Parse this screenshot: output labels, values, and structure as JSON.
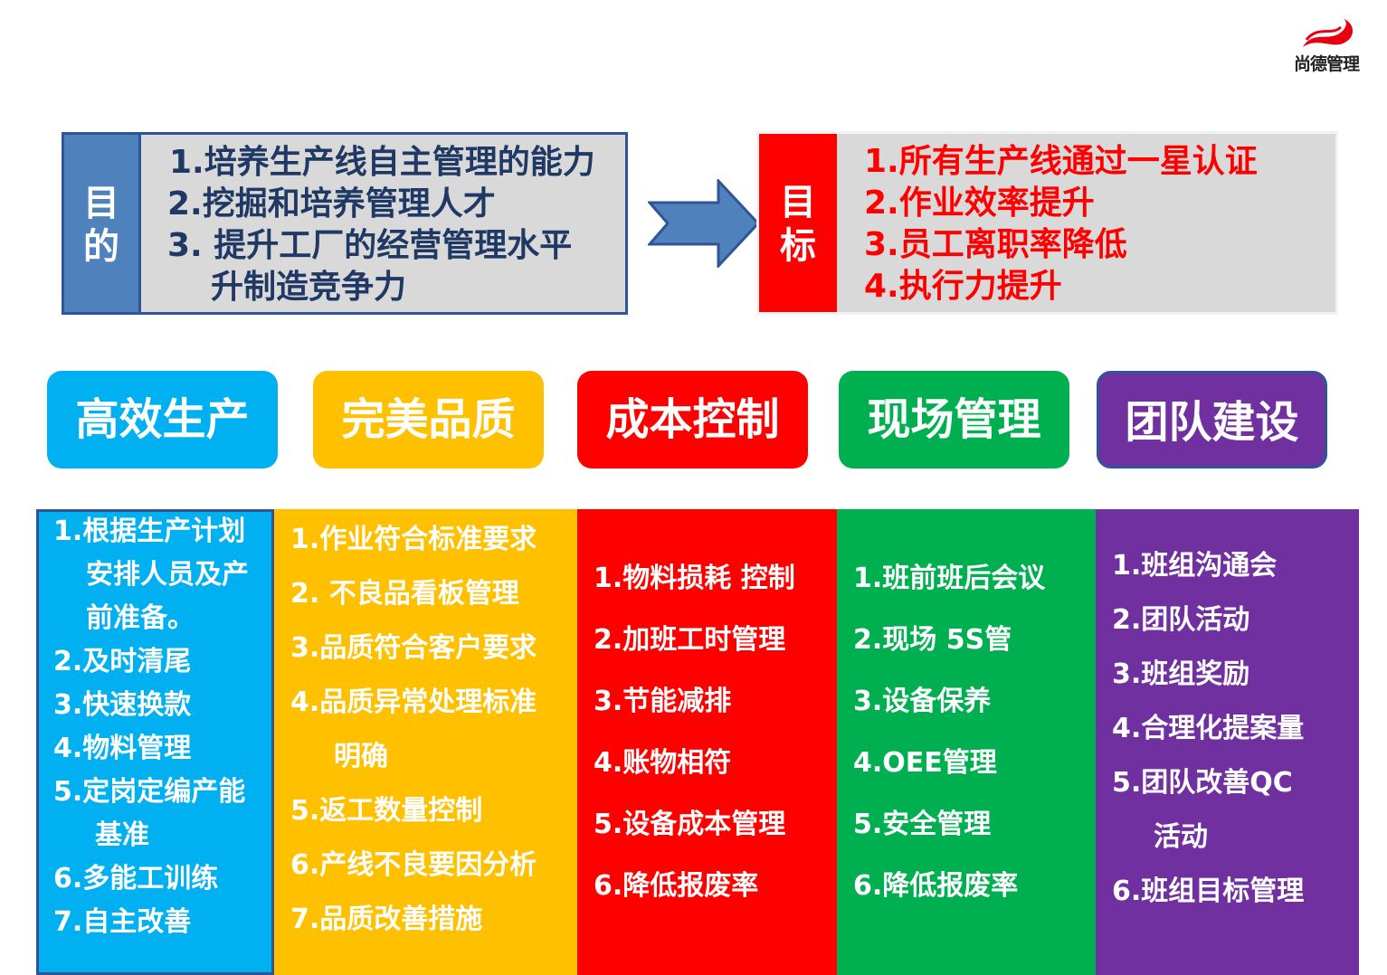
{
  "logo": {
    "text": "尚德管理"
  },
  "purpose": {
    "label": [
      "目",
      "的"
    ],
    "lines": [
      "1.培养生产线自主管理的能力",
      "2.挖掘和培养管理人才",
      "3. 提升工厂的经营管理水平",
      "升制造竞争力"
    ]
  },
  "goal": {
    "label": [
      "目",
      "标"
    ],
    "lines": [
      "1.所有生产线通过一星认证",
      "2.作业效率提升",
      "3.员工离职率降低",
      "4.执行力提升"
    ]
  },
  "categories": [
    {
      "label": "高效生产",
      "color": "#00b0f0"
    },
    {
      "label": "完美品质",
      "color": "#ffc000"
    },
    {
      "label": "成本控制",
      "color": "#ff0000"
    },
    {
      "label": "现场管理",
      "color": "#00b050"
    },
    {
      "label": "团队建设",
      "color": "#7030a0"
    }
  ],
  "columns": [
    {
      "color": "#00b0f0",
      "lines": [
        "1.根据生产计划",
        "安排人员及产",
        "前准备。",
        "2.及时清尾",
        "3.快速换款",
        "4.物料管理",
        "5.定岗定编产能",
        "基准",
        "6.多能工训练",
        "7.自主改善"
      ]
    },
    {
      "color": "#ffc000",
      "lines": [
        "1.作业符合标准要求",
        "2. 不良品看板管理",
        "3.品质符合客户要求",
        "4.品质异常处理标准",
        "明确",
        "5.返工数量控制",
        "6.产线不良要因分析",
        "7.品质改善措施"
      ]
    },
    {
      "color": "#ff0000",
      "lines": [
        "1.物料损耗 控制",
        "2.加班工时管理",
        "3.节能减排",
        "4.账物相符",
        "5.设备成本管理",
        "6.降低报废率"
      ]
    },
    {
      "color": "#00b050",
      "lines": [
        "1.班前班后会议",
        "2.现场 5S管",
        "3.设备保养",
        "4.OEE管理",
        "5.安全管理",
        "6.降低报废率"
      ]
    },
    {
      "color": "#7030a0",
      "lines": [
        "1.班组沟通会",
        "2.团队活动",
        "3.班组奖励",
        "4.合理化提案量",
        "5.团队改善QC",
        "活动",
        "6.班组目标管理"
      ]
    }
  ]
}
